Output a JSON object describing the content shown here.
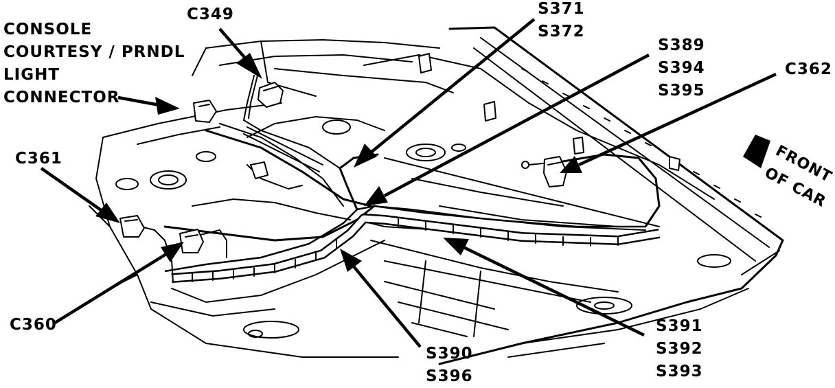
{
  "labels": {
    "console_line1": "CONSOLE",
    "console_line2": "COURTESY / PRNDL",
    "console_line3": "LIGHT",
    "console_line4": "CONNECTOR",
    "c349": "C349",
    "s371": "S371",
    "s372": "S372",
    "s389": "S389",
    "s394": "S394",
    "s395": "S395",
    "c362": "C362",
    "c361": "C361",
    "c360": "C360",
    "s390": "S390",
    "s396": "S396",
    "s391": "S391",
    "s392": "S392",
    "s393": "S393",
    "front_line1": "FRONT",
    "front_line2": "OF CAR"
  }
}
